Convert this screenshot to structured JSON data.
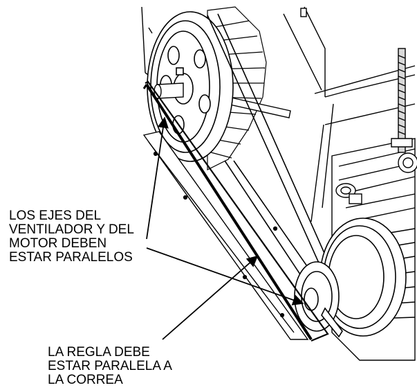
{
  "callouts": {
    "shafts": {
      "lines": [
        "LOS EJES DEL",
        "VENTILADOR Y DEL",
        "MOTOR DEBEN",
        "ESTAR PARALELOS"
      ]
    },
    "ruler": {
      "lines": [
        "LA REGLA DEBE",
        "ESTAR PARALELA A",
        "LA CORREA"
      ]
    }
  },
  "colors": {
    "ink": "#000000",
    "paper": "#ffffff",
    "shade": "#d9d9d9"
  }
}
